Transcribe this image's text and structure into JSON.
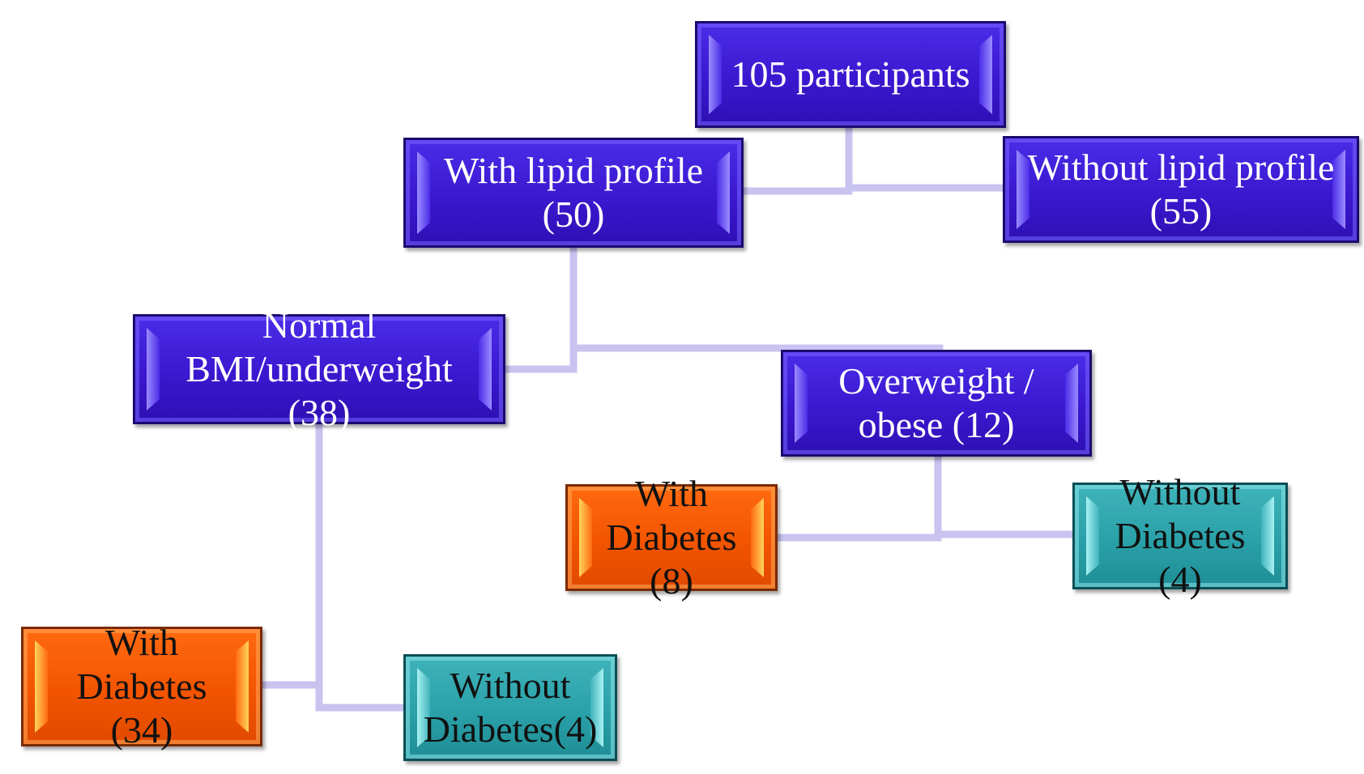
{
  "nodes": {
    "root": "105 participants",
    "with_lipid": "With lipid profile\n(50)",
    "without_lipid": "Without lipid profile\n(55)",
    "normal_bmi": "Normal\nBMI/underweight (38)",
    "overweight": "Overweight /\nobese (12)",
    "ow_with_diabetes": "With\nDiabetes (8)",
    "ow_without_diabetes": "Without\nDiabetes (4)",
    "nb_with_diabetes": "With Diabetes\n(34)",
    "nb_without_diabetes": "Without\nDiabetes(4)"
  },
  "colors": {
    "group_node": "#3a18cf",
    "with_diabetes_node": "#f25400",
    "without_diabetes_node": "#2aa0a8",
    "connector": "#c9c3f0"
  }
}
